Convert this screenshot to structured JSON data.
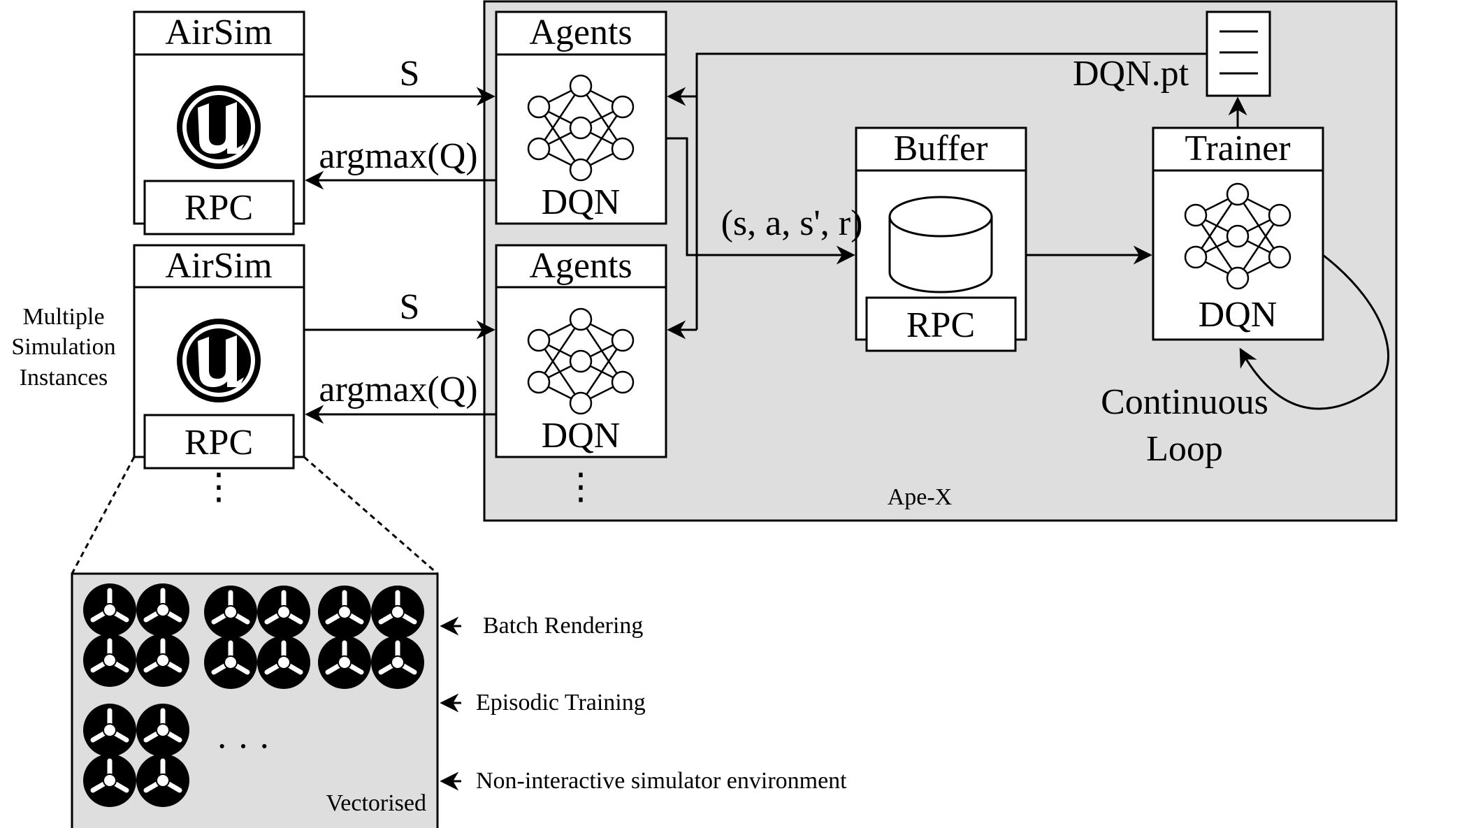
{
  "airsim": {
    "title": "AirSim",
    "rpc": "RPC"
  },
  "agents": {
    "title": "Agents",
    "network": "DQN"
  },
  "edges": {
    "state": "S",
    "action": "argmax(Q)",
    "transition": "(s, a, s', r)",
    "model_file": "DQN.pt"
  },
  "buffer": {
    "title": "Buffer",
    "rpc": "RPC"
  },
  "trainer": {
    "title": "Trainer",
    "network": "DQN"
  },
  "loop": {
    "line1": "Continuous",
    "line2": "Loop"
  },
  "apex": {
    "label": "Ape-X"
  },
  "side_label": {
    "line1": "Multiple",
    "line2": "Simulation",
    "line3": "Instances"
  },
  "vectorised": {
    "label": "Vectorised",
    "ellipsis": "· · ·"
  },
  "features": [
    "Batch Rendering",
    "Episodic Training",
    "Non-interactive simulator environment"
  ],
  "continuation": "⋮"
}
